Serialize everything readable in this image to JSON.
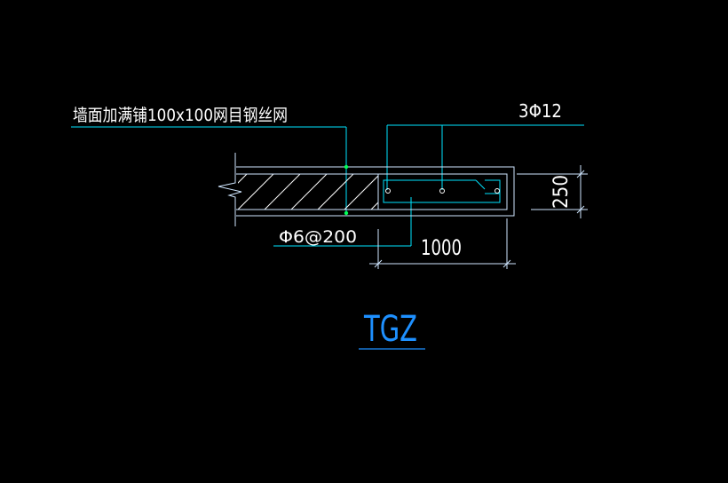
{
  "colors": {
    "background": "#000000",
    "leader": "#00e5ff",
    "outline": "#cfe6ff",
    "hatch": "#ffffff",
    "dimension": "#cfe6ff",
    "node": "#00ff55",
    "title": "#1e90ff",
    "text": "#ffffff"
  },
  "labels": {
    "mesh_note": "墙面加满铺100x100网目钢丝网",
    "rebar_main": "3Φ12",
    "stirrup": "Φ6@200",
    "dim_length": "1000",
    "dim_height": "250",
    "title": "TGZ"
  }
}
